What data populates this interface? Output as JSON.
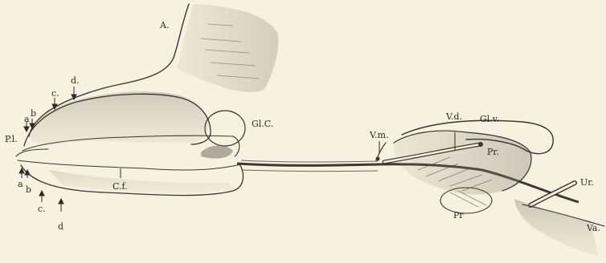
{
  "labels": {
    "A": "A.",
    "d_top": "d.",
    "c_top": "c.",
    "b_top": "b",
    "a_top": "a",
    "Pl": "P.l.",
    "a_bottom": "a",
    "b_bottom": "b",
    "c_bottom": "c.",
    "d_bottom": "d",
    "Cf": "C.f.",
    "GlC": "Gl.C.",
    "Vm": "V.m.",
    "Vd": "V.d.",
    "Glv": "Gl.v.",
    "Pr_upper": "Pr.",
    "Pr_lower": "Pr",
    "Ur": "Ur.",
    "Va": "Va."
  },
  "colors": {
    "paper": "#f7f2df",
    "ink": "#3a352d",
    "shading": "#9a958c"
  }
}
